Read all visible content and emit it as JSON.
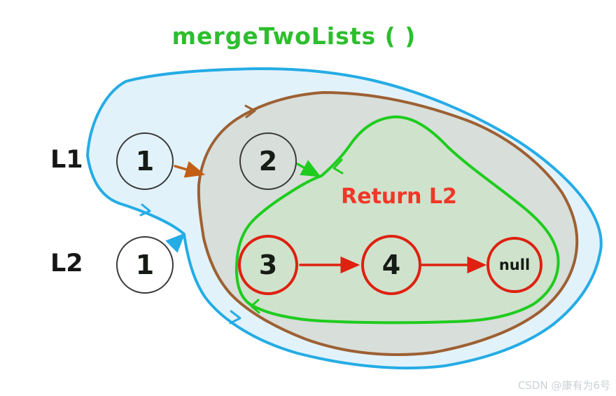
{
  "title": "mergeTwoLists ( )",
  "labels": {
    "l1": "L1",
    "l2": "L2",
    "return_annotation": "Return L2"
  },
  "l1_nodes": [
    {
      "value": "1"
    },
    {
      "value": "2"
    }
  ],
  "l2_nodes": [
    {
      "value": "1"
    },
    {
      "value": "3"
    },
    {
      "value": "4"
    },
    {
      "value": "null"
    }
  ],
  "watermark": "CSDN @康有为6号",
  "regions": {
    "outer": "L1 merged region (blue)",
    "middle": "merge working region (brown)",
    "inner": "Return L2 region (green)"
  },
  "colors": {
    "title_green": "#2dbe2d",
    "outer_blob_stroke": "#25ace5",
    "outer_blob_fill": "#e2f2fa",
    "middle_blob_stroke": "#9d6033",
    "middle_blob_fill": "#d8ded9",
    "inner_blob_stroke": "#1ecc1e",
    "inner_blob_fill": "#cfe2cc",
    "node_circle_red": "#de2110",
    "annotation_red": "#f13728",
    "arrow_orange": "#c25e15",
    "arrow_blue": "#25ace5",
    "arrow_green": "#1ecc1e",
    "arrow_red": "#de2110"
  }
}
